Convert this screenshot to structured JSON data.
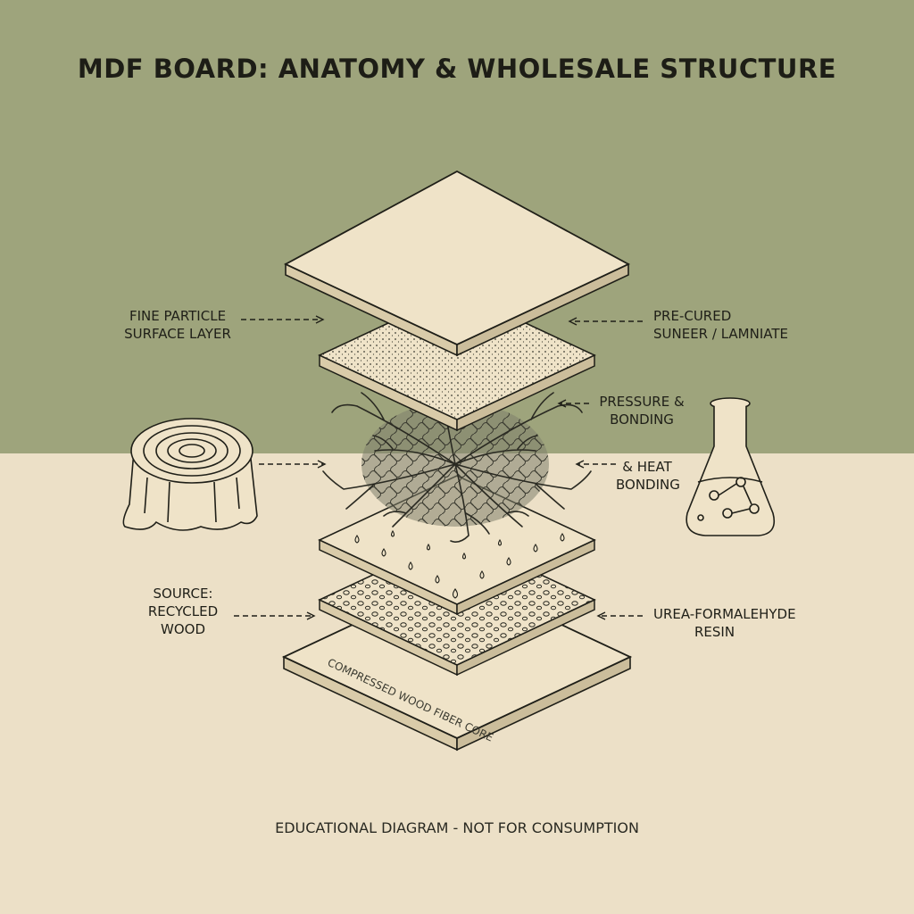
{
  "title": "MDF BOARD: ANATOMY & WHOLESALE STRUCTURE",
  "labels": {
    "fine_particle": [
      "FINE PARTICLE",
      "SURFACE LAYER"
    ],
    "precured": [
      "PRE-CURED",
      "SUNEER / LAMNIATE"
    ],
    "pressure": [
      "PRESSURE &",
      "BONDING"
    ],
    "heat": [
      "& HEAT",
      "BONDING"
    ],
    "source": [
      "SOURCE:",
      "RECYCLED",
      "WOOD"
    ],
    "resin": [
      "UREA-FORMALEHYDE",
      "RESIN"
    ],
    "core": "COMPRESSED WOOD FIBER CORE"
  },
  "footer": "EDUCATIONAL DIAGRAM - NOT FOR CONSUMPTION",
  "colors": {
    "bg_top": "#9ea47c",
    "bg_bottom": "#ece0c7",
    "board": "#efe3c8",
    "ink": "#1f1f18"
  }
}
